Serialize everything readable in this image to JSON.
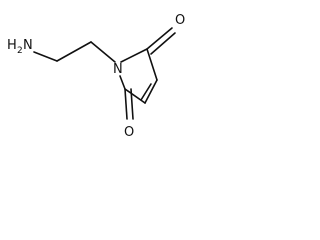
{
  "molecule": {
    "atoms": {
      "amine_h": "H",
      "amine_h_count": "2",
      "amine_n": "N",
      "ring_n": "N",
      "carbonyl_o_top": "O",
      "carbonyl_o_bottom": "O"
    }
  }
}
